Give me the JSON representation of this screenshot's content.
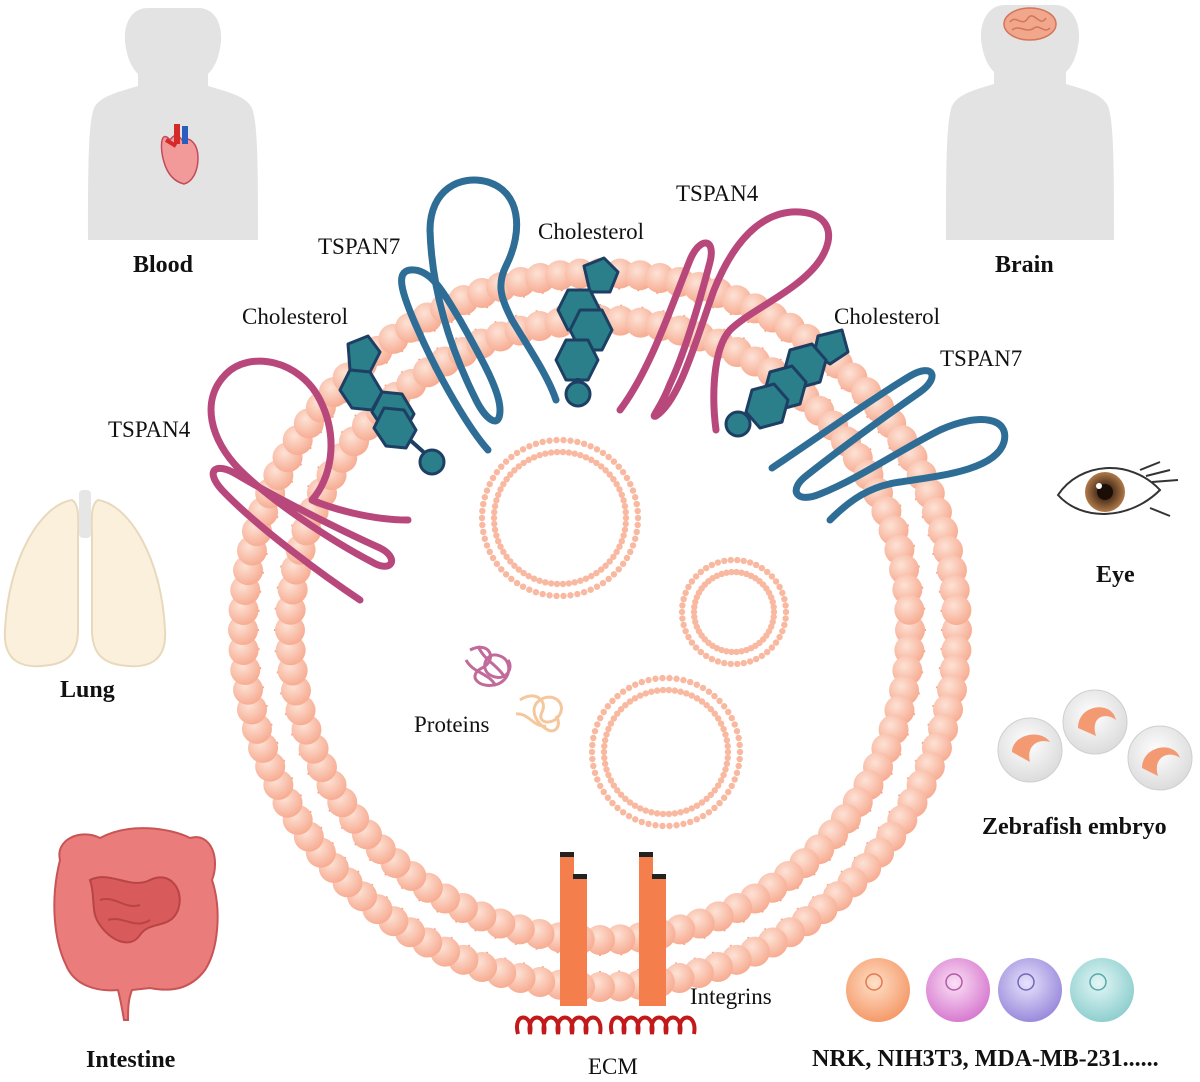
{
  "labels": {
    "blood": "Blood",
    "brain": "Brain",
    "eye": "Eye",
    "lung": "Lung",
    "zebrafish": "Zebrafish  embryo",
    "intestine": "Intestine",
    "cell_lines": "NRK, NIH3T3, MDA-MB-231......",
    "tspan7_left": "TSPAN7",
    "tspan4_top": "TSPAN4",
    "tspan4_left": "TSPAN4",
    "tspan7_right": "TSPAN7",
    "cholesterol_top": "Cholesterol",
    "cholesterol_left": "Cholesterol",
    "cholesterol_right": "Cholesterol",
    "proteins": "Proteins",
    "integrins": "Integrins",
    "ecm": "ECM"
  },
  "colors": {
    "membrane": "#f9b8a0",
    "membrane_dark": "#f4a185",
    "tspan7": "#2e6d96",
    "tspan4": "#b8487b",
    "cholesterol": "#2b7f8a",
    "cholesterol_stroke": "#1d3f63",
    "integrin": "#f47e4c",
    "ecm": "#c21a1a",
    "silhouette": "#e3e3e3"
  }
}
